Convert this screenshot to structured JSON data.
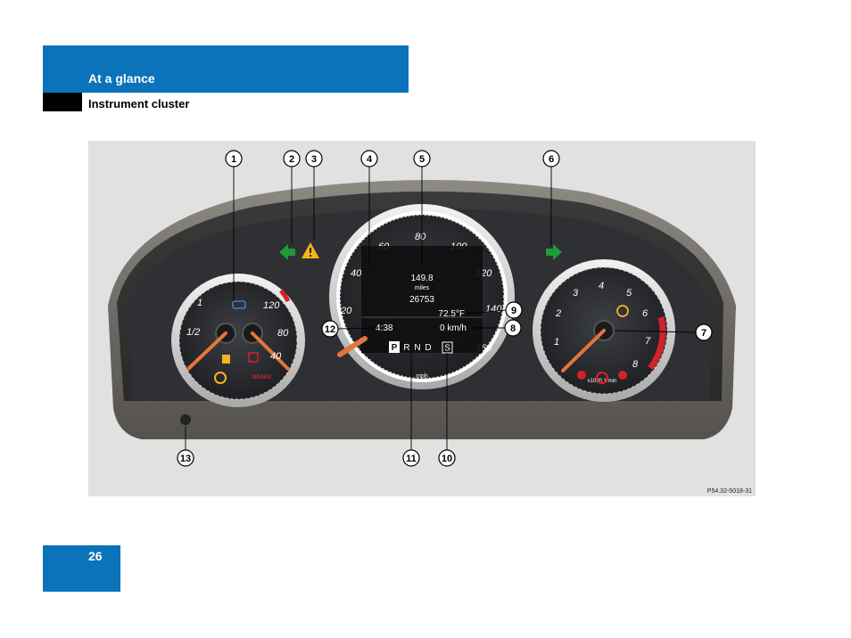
{
  "header": {
    "section": "At a glance",
    "subsection": "Instrument cluster"
  },
  "page": {
    "number": "26"
  },
  "figure": {
    "reference": "P54.32-5018-31",
    "callouts": [
      "1",
      "2",
      "3",
      "4",
      "5",
      "6",
      "7",
      "8",
      "9",
      "10",
      "11",
      "12",
      "13"
    ],
    "left_gauge": {
      "fuel_labels": [
        "1",
        "1/2"
      ],
      "temp_labels": [
        "120",
        "80",
        "40"
      ],
      "brake_label": "BRAKE"
    },
    "speedometer": {
      "labels": [
        "20",
        "40",
        "60",
        "80",
        "100",
        "120",
        "140",
        "160"
      ],
      "unit": "mph",
      "display": {
        "trip": "149.8",
        "trip_unit": "miles",
        "odometer": "26753",
        "outside_temp": "72.5°F",
        "digital_speed": "0 km/h",
        "clock": "4:38",
        "gears": [
          "P",
          "R",
          "N",
          "D"
        ],
        "program": "S"
      }
    },
    "tachometer": {
      "labels": [
        "1",
        "2",
        "3",
        "4",
        "5",
        "6",
        "7",
        "8"
      ],
      "unit": "x1000 1/min"
    },
    "colors": {
      "turn_signal": "#1e9b3a",
      "warning": "#f3b51a",
      "needle": "#e2763a",
      "red_zone": "#d2232a",
      "header_blue": "#0a73b9"
    }
  }
}
